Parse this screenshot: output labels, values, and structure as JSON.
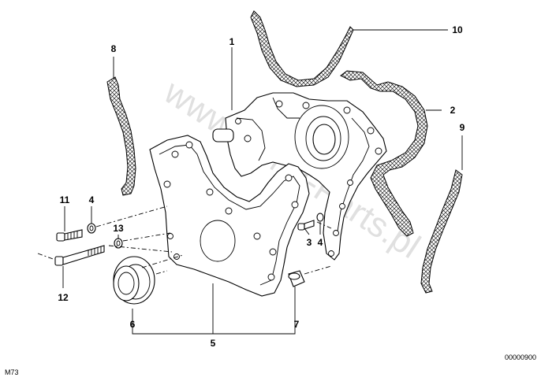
{
  "diagram": {
    "callouts": [
      {
        "id": "1",
        "label": "1"
      },
      {
        "id": "2",
        "label": "2"
      },
      {
        "id": "3",
        "label": "3"
      },
      {
        "id": "4a",
        "label": "4"
      },
      {
        "id": "4b",
        "label": "4"
      },
      {
        "id": "5",
        "label": "5"
      },
      {
        "id": "6",
        "label": "6"
      },
      {
        "id": "7",
        "label": "7"
      },
      {
        "id": "8",
        "label": "8"
      },
      {
        "id": "9",
        "label": "9"
      },
      {
        "id": "10",
        "label": "10"
      },
      {
        "id": "11",
        "label": "11"
      },
      {
        "id": "12",
        "label": "12"
      },
      {
        "id": "13",
        "label": "13"
      }
    ],
    "corner_code": "M73",
    "diagram_number": "00000900",
    "watermark": "www.BMW-Parts.pl"
  }
}
